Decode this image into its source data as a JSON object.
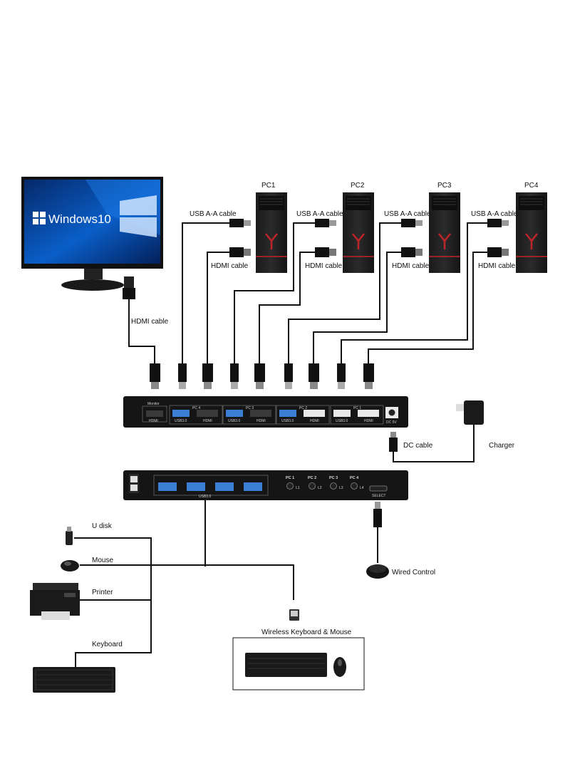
{
  "monitor": {
    "os_text": "Windows10"
  },
  "pcs": [
    {
      "name": "PC1"
    },
    {
      "name": "PC2"
    },
    {
      "name": "PC3"
    },
    {
      "name": "PC4"
    }
  ],
  "cable_labels": {
    "usb_aa": "USB A-A cable",
    "hdmi": "HDMI cable",
    "monitor_hdmi": "HDMI cable",
    "dc": "DC cable",
    "charger": "Charger"
  },
  "kvm_back": {
    "monitor_label": "Monitor",
    "hdmi": "HDMI",
    "usb30": "USB3.0",
    "pc4": "PC 4",
    "pc3": "PC 3",
    "pc2": "PC 2",
    "pc1": "PC 1",
    "dc5v": "DC 5V"
  },
  "kvm_front": {
    "usb30": "USB3.0",
    "pc_buttons": [
      "PC 1",
      "PC 2",
      "PC 3",
      "PC 4"
    ],
    "leds": [
      "L1",
      "L2",
      "L3",
      "L4"
    ],
    "select": "SELECT"
  },
  "peripherals": {
    "udisk": "U disk",
    "mouse": "Mouse",
    "printer": "Printer",
    "keyboard": "Keyboard",
    "wireless": "Wireless Keyboard & Mouse",
    "wired_control": "Wired Control"
  },
  "colors": {
    "device": "#111111",
    "usb_blue": "#3a7fd5",
    "pc_accent": "#c0242b"
  }
}
